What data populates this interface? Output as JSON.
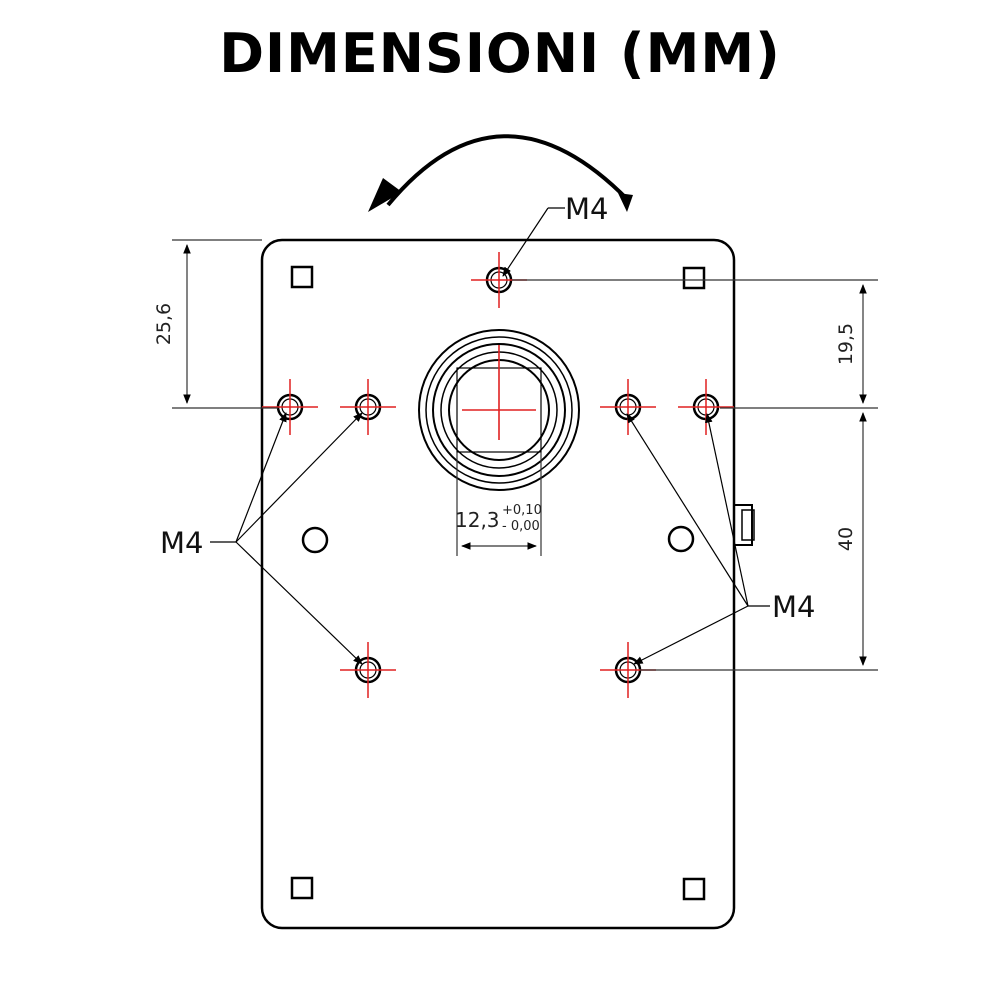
{
  "title": "DIMENSIONI (MM)",
  "dimensions": {
    "top_left": "25,6",
    "top_right": "19,5",
    "right": "40",
    "shaft_main": "12,3",
    "shaft_tol_plus": "+0,10",
    "shaft_tol_minus": "- 0,00"
  },
  "labels": {
    "top": "M4",
    "left": "M4",
    "right": "M4"
  },
  "colors": {
    "line": "#000000",
    "dim_line": "#333333",
    "center_mark": "#e02020"
  }
}
